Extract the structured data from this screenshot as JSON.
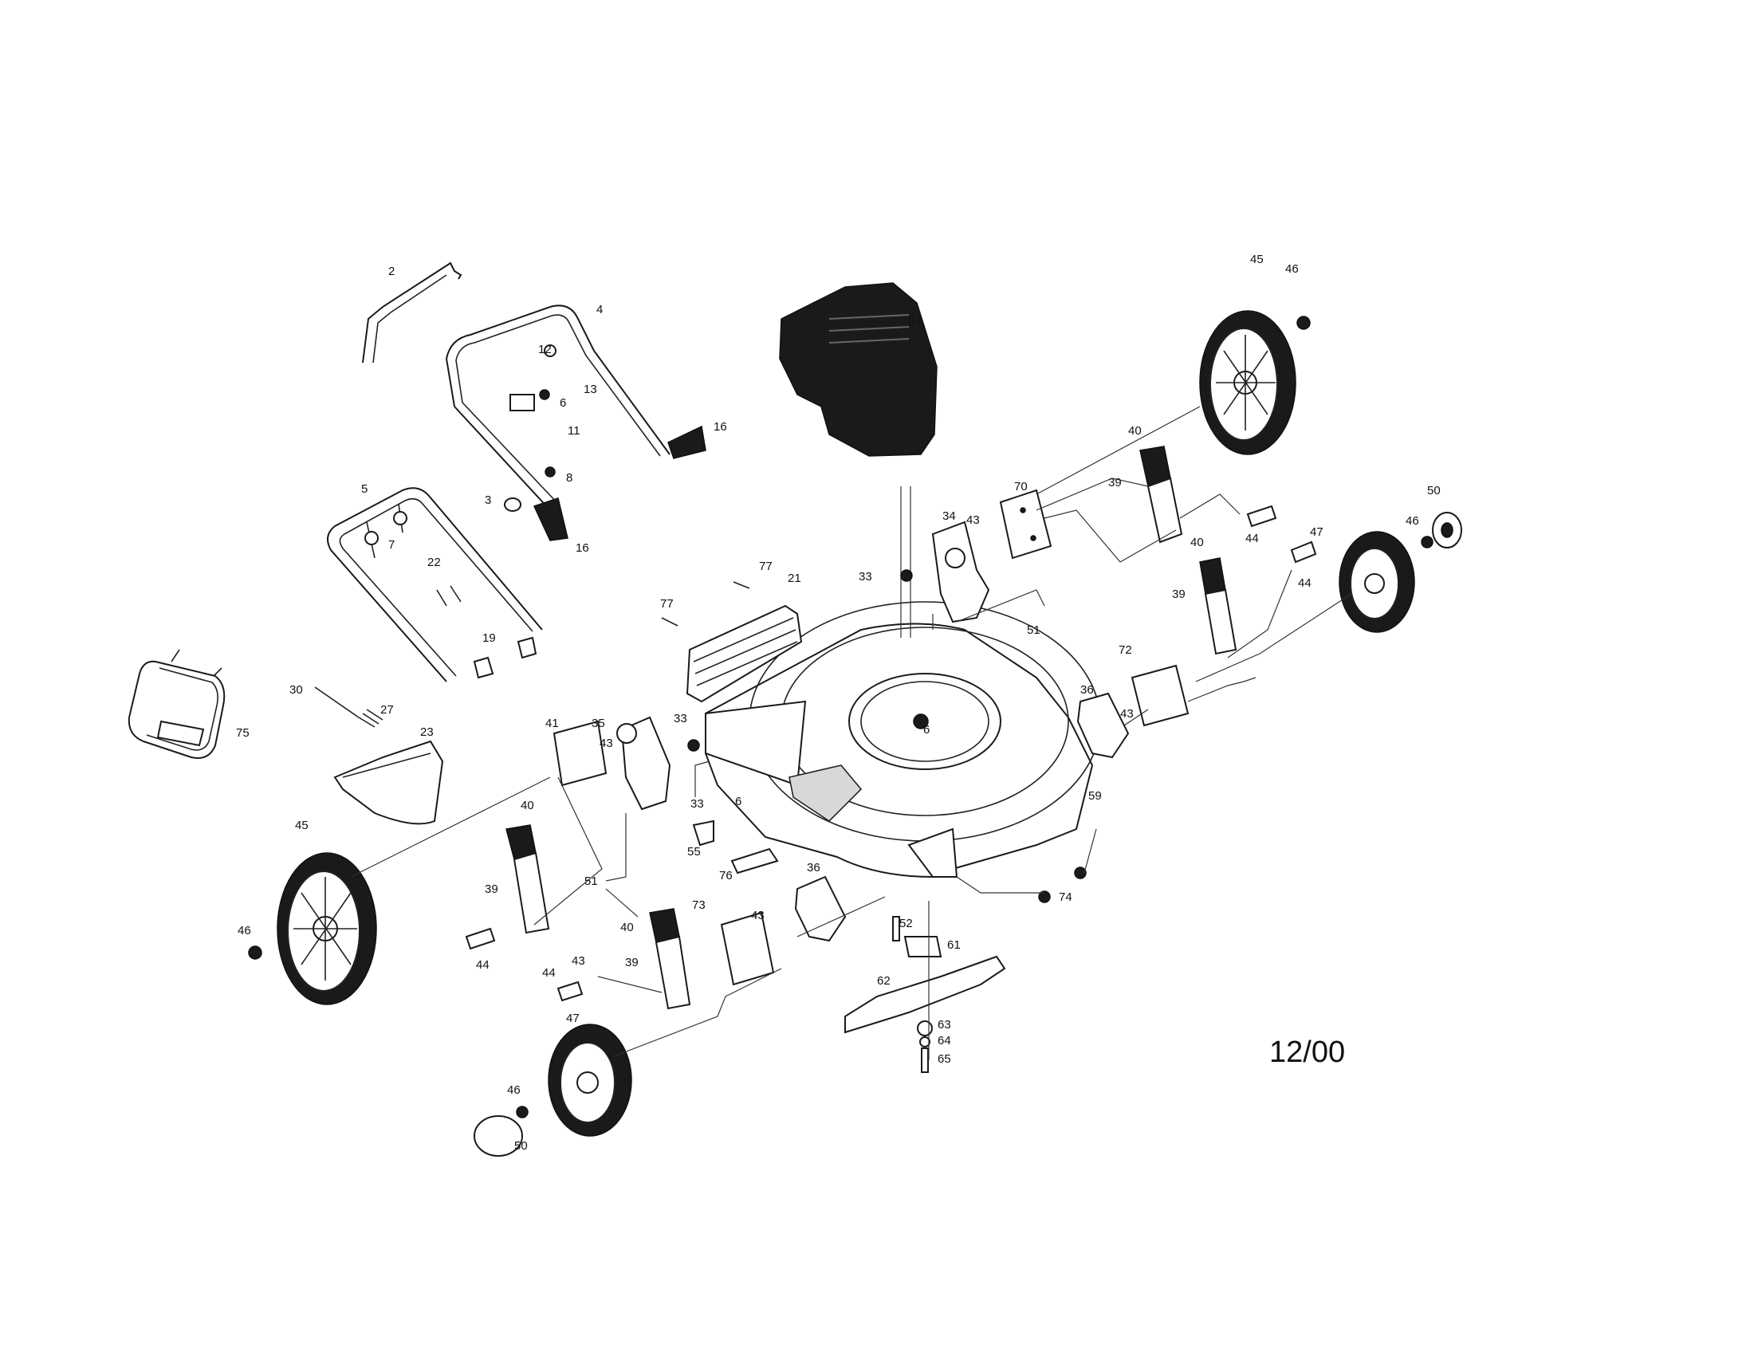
{
  "diagram": {
    "date_code": "12/00",
    "callouts": [
      "2",
      "4",
      "12",
      "13",
      "6",
      "11",
      "16",
      "8",
      "3",
      "5",
      "7",
      "22",
      "19",
      "30",
      "27",
      "23",
      "75",
      "41",
      "35",
      "43",
      "33",
      "45",
      "40",
      "39",
      "46",
      "44",
      "51",
      "21",
      "77",
      "67",
      "70",
      "34",
      "50",
      "47",
      "36",
      "72",
      "73",
      "52",
      "61",
      "62",
      "63",
      "64",
      "65",
      "74",
      "59",
      "76",
      "55"
    ]
  }
}
